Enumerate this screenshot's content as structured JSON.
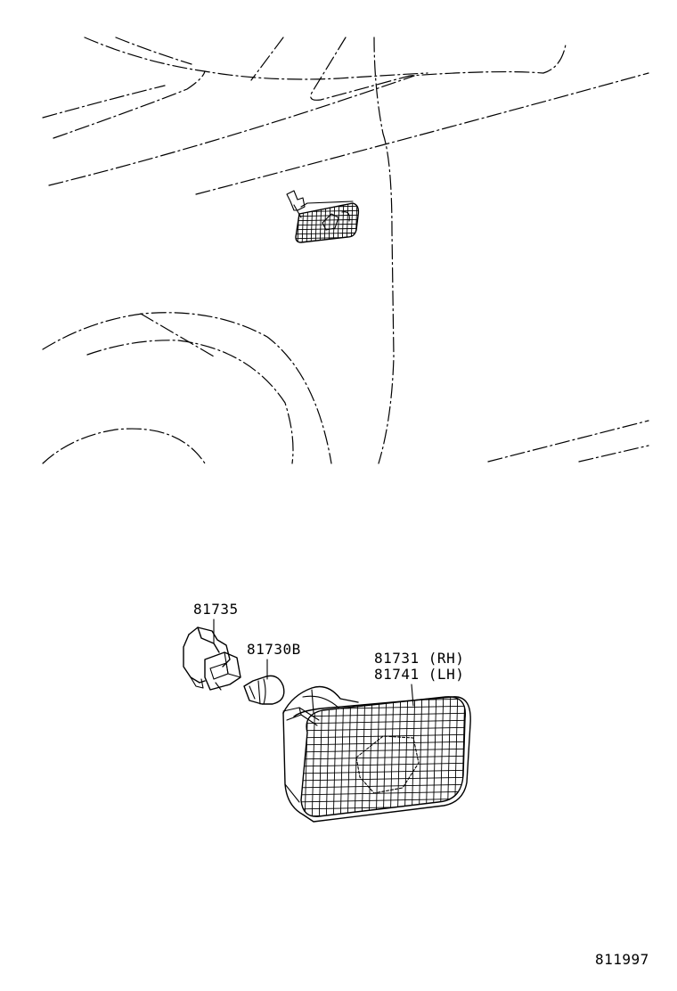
{
  "callouts": {
    "socket": "81735",
    "bulb": "81730B",
    "lamp_rh": "81731 (RH)",
    "lamp_lh": "81741 (LH)"
  },
  "figure_id": "811997"
}
